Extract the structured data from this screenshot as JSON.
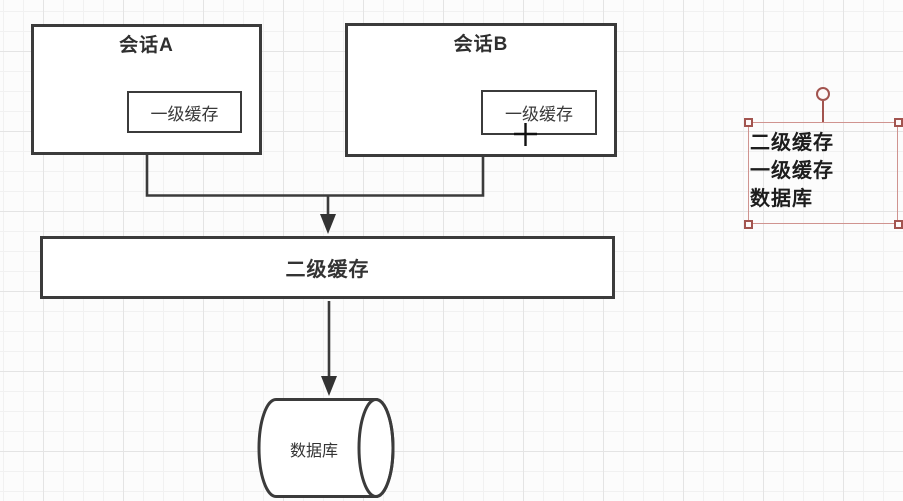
{
  "canvas": {
    "background": "#fcfcfc",
    "grid_minor_color": "#f1f1f1",
    "grid_major_color": "#e4e4e4",
    "stroke_color": "#3b3b3b"
  },
  "diagram": {
    "session_a": {
      "title": "会话A",
      "cache_label": "一级缓存"
    },
    "session_b": {
      "title": "会话B",
      "cache_label": "一级缓存"
    },
    "l2_cache": {
      "label": "二级缓存"
    },
    "database": {
      "label": "数据库"
    }
  },
  "selection": {
    "lines": [
      "二级缓存",
      "一级缓存",
      "数据库"
    ],
    "outline_color": "#d09490",
    "handle_color": "#a2544f"
  },
  "cursor": {
    "type": "crosshair"
  }
}
